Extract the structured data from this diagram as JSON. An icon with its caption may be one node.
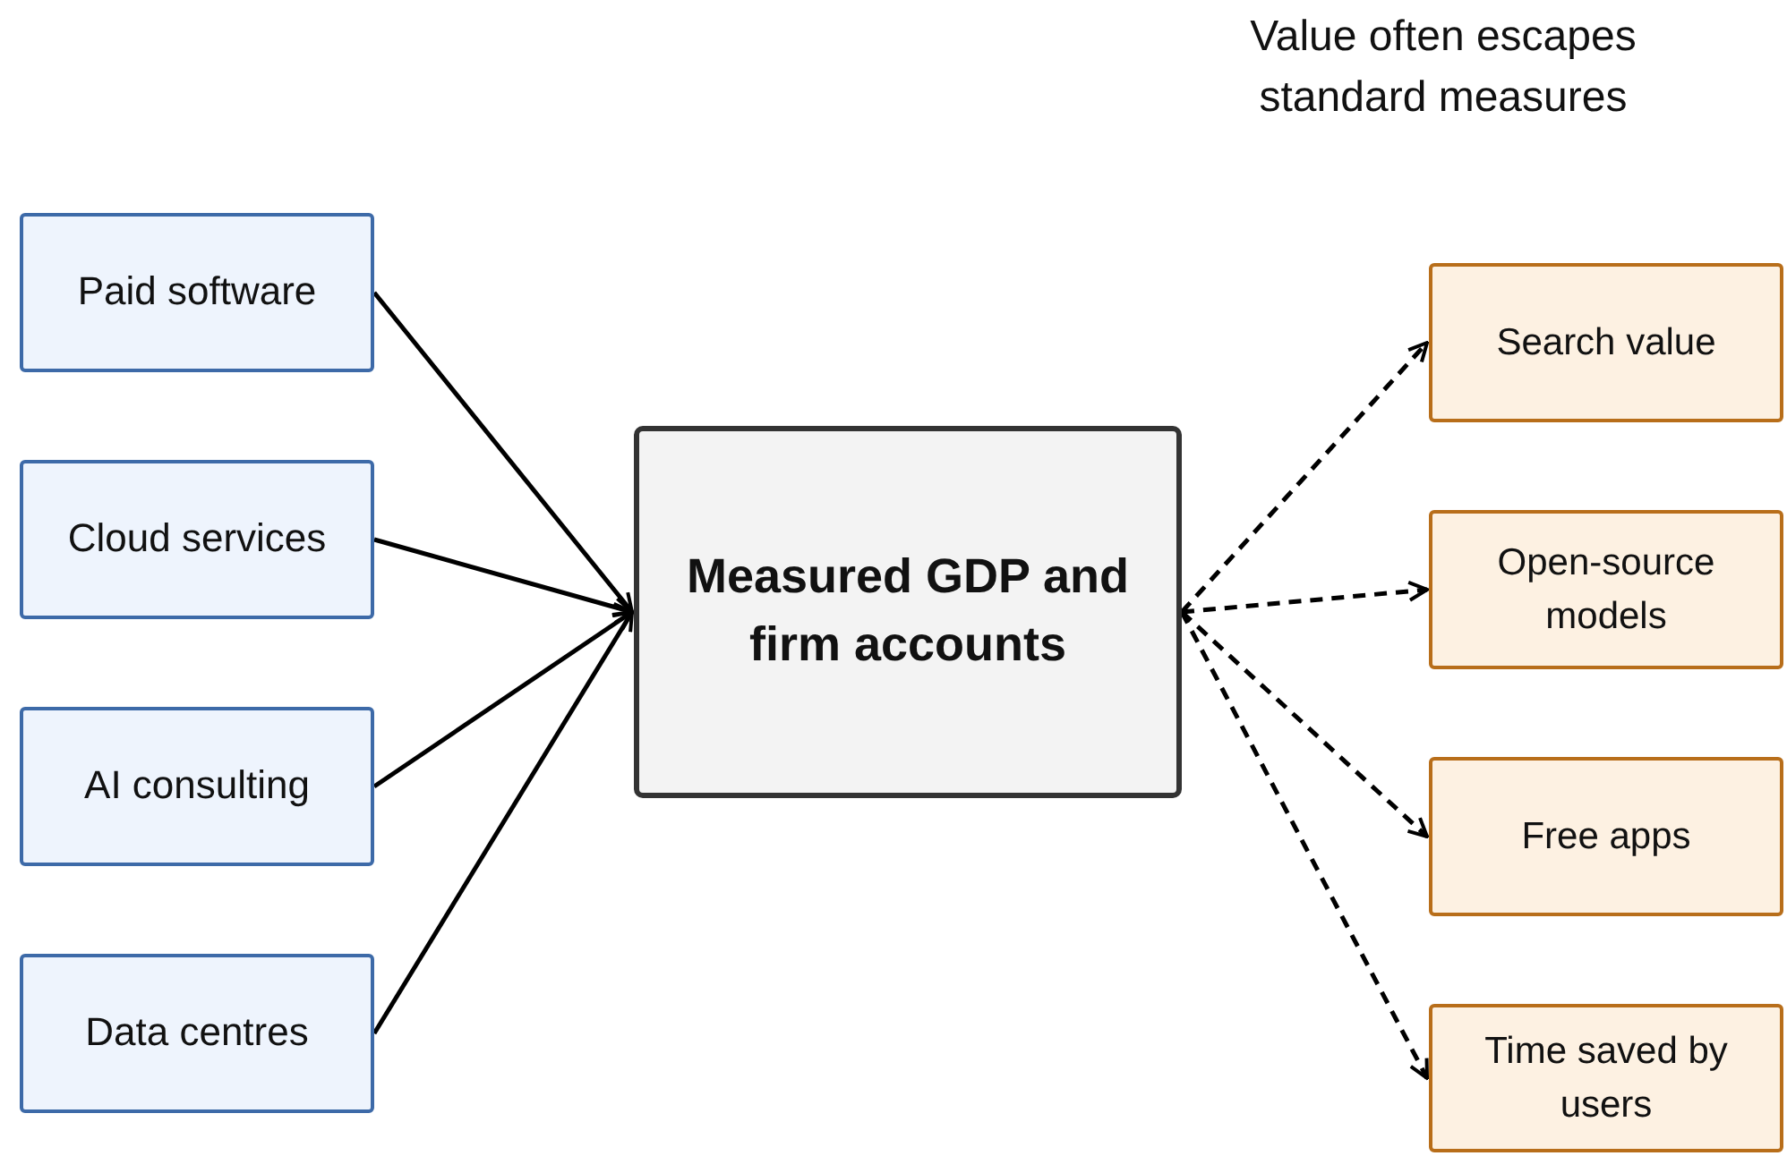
{
  "diagram": {
    "nodes": [
      {
        "text": [
          "Paid software"
        ]
      },
      {
        "text": [
          "Cloud services"
        ]
      },
      {
        "text": [
          "AI consulting"
        ]
      },
      {
        "text": [
          "Data centres"
        ]
      },
      {
        "text": [
          "Measured GDP and firm accounts"
        ]
      },
      {
        "text": [
          "Search value"
        ]
      },
      {
        "text": [
          "Open-source models"
        ]
      },
      {
        "text": [
          "Free apps"
        ]
      },
      {
        "text": [
          "Time saved by users"
        ]
      }
    ],
    "edges": [
      {
        "from": 0,
        "to": 4,
        "arrow": "to"
      },
      {
        "from": 1,
        "to": 4,
        "arrow": "to"
      },
      {
        "from": 2,
        "to": 4,
        "arrow": "to"
      },
      {
        "from": 3,
        "to": 4,
        "arrow": "to"
      },
      {
        "from": 4,
        "to": 5,
        "arrow": "to",
        "style": "dashed"
      },
      {
        "from": 4,
        "to": 6,
        "arrow": "to",
        "style": "dashed"
      },
      {
        "from": 4,
        "to": 7,
        "arrow": "to",
        "style": "dashed"
      },
      {
        "from": 4,
        "to": 8,
        "arrow": "to",
        "style": "dashed"
      }
    ],
    "labels": [
      "Value often escapes standard measures"
    ]
  }
}
